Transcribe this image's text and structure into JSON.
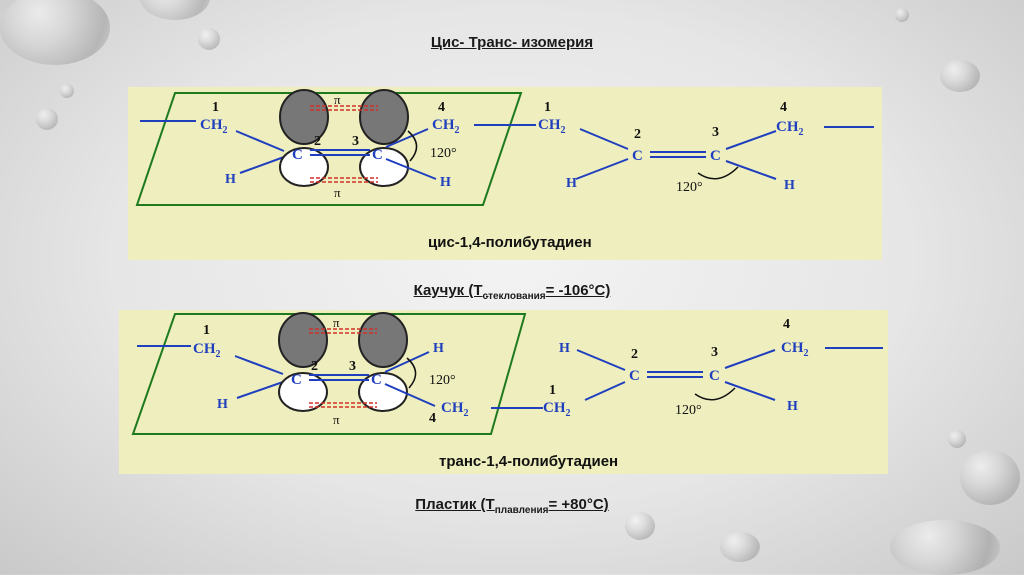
{
  "slide": {
    "title": "Цис- Транс- изомерия",
    "cis": {
      "caption": "цис-1,4-полибутадиен",
      "numbers": [
        "1",
        "2",
        "3",
        "4",
        "1",
        "2",
        "3",
        "4"
      ],
      "angle": "120°",
      "pi": "π"
    },
    "rubber": {
      "text": "Каучук (Т",
      "sub": "стеклования",
      "rest": "= -106°С)"
    },
    "trans": {
      "caption": "транс-1,4-полибутадиен"
    },
    "plastic": {
      "text": "Пластик (Т",
      "sub": "плавления",
      "rest": "= +80°С)"
    },
    "atoms": {
      "ch2": "CH",
      "two": "2",
      "c": "C",
      "h": "H"
    }
  }
}
